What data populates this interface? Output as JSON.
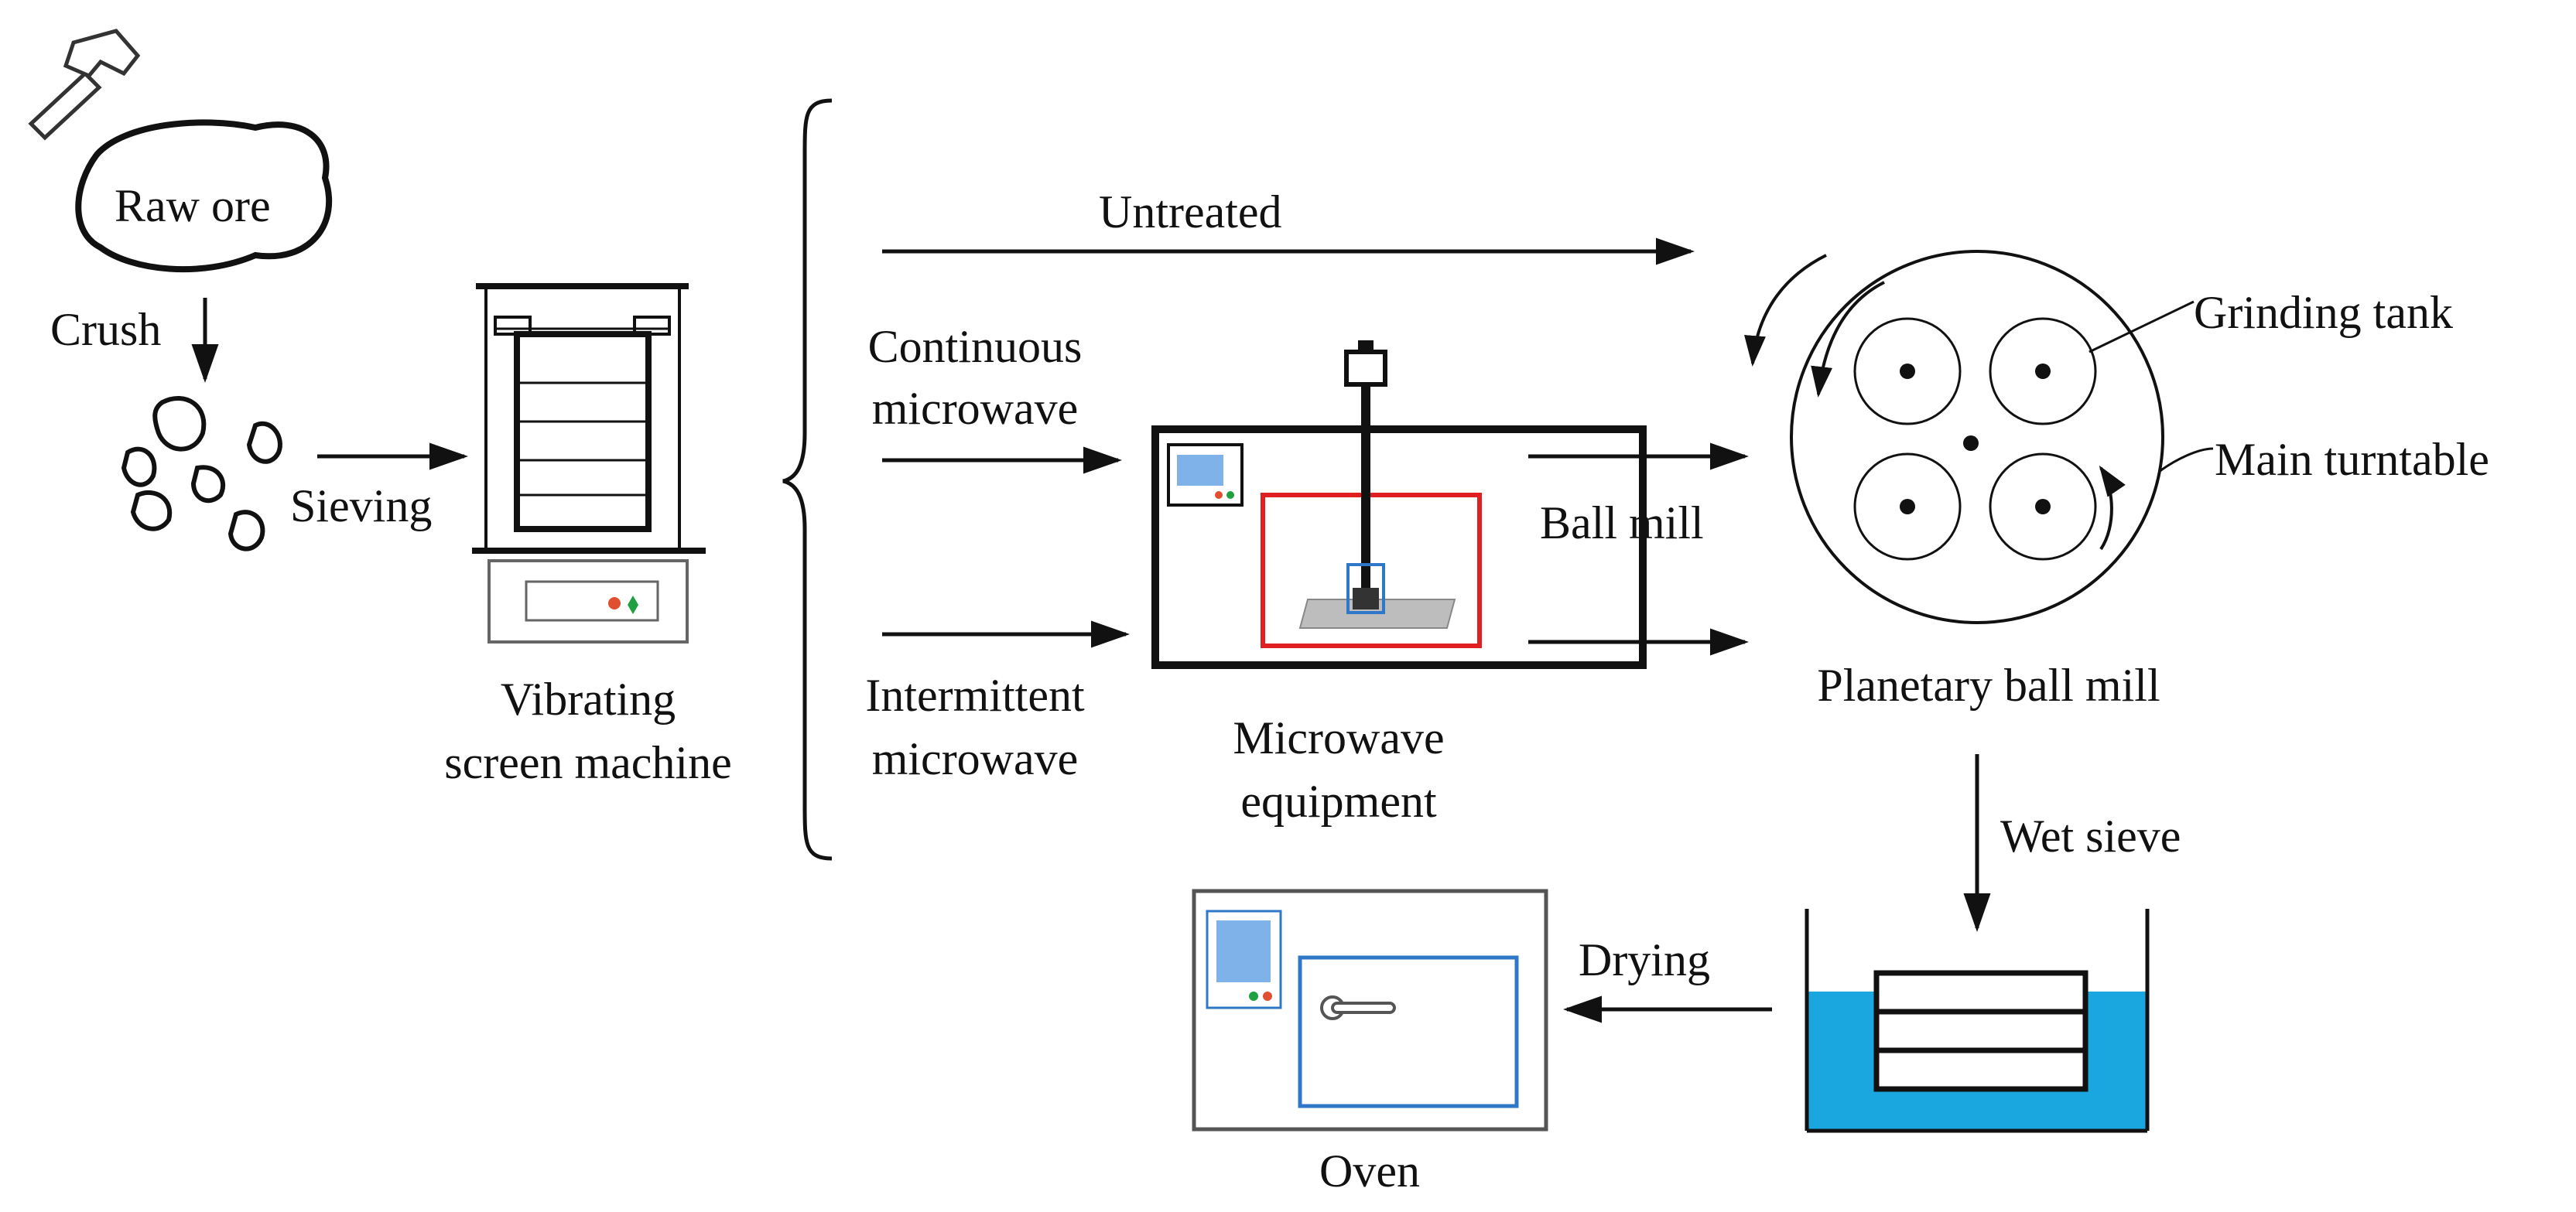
{
  "labels": {
    "raw_ore": "Raw ore",
    "crush": "Crush",
    "sieving": "Sieving",
    "vibrating_screen": [
      "Vibrating",
      "screen machine"
    ],
    "untreated": "Untreated",
    "continuous": [
      "Continuous",
      "microwave"
    ],
    "intermittent": [
      "Intermittent",
      "microwave"
    ],
    "microwave_equipment": [
      "Microwave",
      "equipment"
    ],
    "ball_mill": "Ball mill",
    "grinding_tank": "Grinding tank",
    "main_turntable": "Main turntable",
    "planetary_ball_mill": "Planetary ball mill",
    "wet_sieve": "Wet sieve",
    "drying": "Drying",
    "oven": "Oven"
  },
  "colors": {
    "line": "#111111",
    "screen_blue": "#7fb2e8",
    "frame_blue": "#2f78c8",
    "chamber_red": "#e02020",
    "water": "#1aa7e0",
    "led_red": "#e05030",
    "led_green": "#20a040",
    "tray_gray": "#bdbdbd"
  },
  "icons": [
    "hammer-icon",
    "ore-particles-icon",
    "sieve-machine-icon",
    "microwave-equipment-icon",
    "planetary-ball-mill-icon",
    "wet-sieve-tank-icon",
    "oven-icon"
  ]
}
